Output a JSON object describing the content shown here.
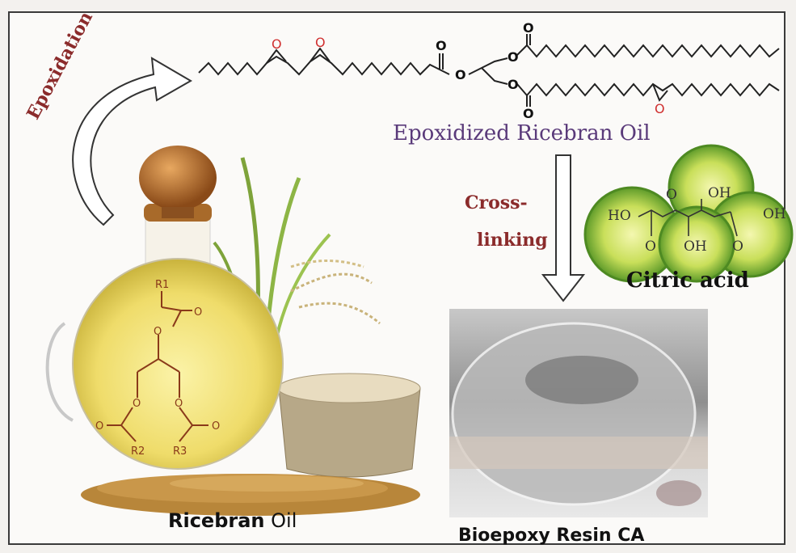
{
  "labels": {
    "epoxidation": "Epoxidation",
    "epoxidized_oil": "Epoxidized Ricebran Oil",
    "crosslinking_line1": "Cross-",
    "crosslinking_line2": "linking",
    "citric_acid": "Citric acid",
    "ricebran_word": "Ricebran",
    "oil_word": "Oil",
    "bioepoxy_resin": "Bioepoxy Resin CA"
  },
  "atoms": {
    "oxygen": "O",
    "hydroxyl": "OH",
    "ho": "HO",
    "r1": "R1",
    "r2": "R2",
    "r3": "R3"
  },
  "colors": {
    "epoxidation": "#8b2b2b",
    "crosslinking": "#8b2b2b",
    "epoxidized_label": "#5a3a7a",
    "epoxide_oxygen": "#d03030",
    "triglyceride_structure": "#8a3a1a"
  },
  "icons": {
    "curved_arrow": "curved-arrow-icon",
    "down_arrow": "down-arrow-icon"
  }
}
